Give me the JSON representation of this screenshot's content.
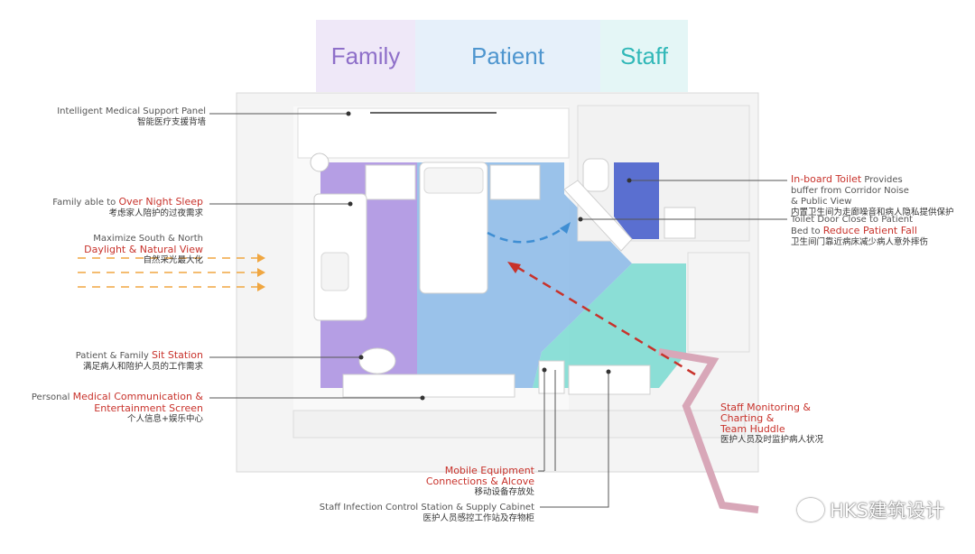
{
  "zones": [
    {
      "name": "Family",
      "color": "#8e6fc9",
      "bg": "#efe8f8"
    },
    {
      "name": "Patient",
      "color": "#4f96cf",
      "bg": "#e6f0fa"
    },
    {
      "name": "Staff",
      "color": "#31b8b8",
      "bg": "#e4f6f6"
    }
  ],
  "callouts": {
    "support_panel": {
      "en": "Intelligent Medical Support Panel",
      "cn": "智能医疗支援背墙"
    },
    "overnight": {
      "en_pre": "Family able to ",
      "en_hl": "Over Night Sleep",
      "cn": "考虑家人陪护的过夜需求"
    },
    "daylight": {
      "en": "Maximize South & North",
      "en_hl": "Daylight & Natural View",
      "cn": "自然采光最大化"
    },
    "sit_station": {
      "en_pre": "Patient & Family ",
      "en_hl": "Sit Station",
      "cn": "满足病人和陪护人员的工作需求"
    },
    "entertainment": {
      "en_pre": "Personal ",
      "en_hl": "Medical Communication &",
      "en_hl2": "Entertainment Screen",
      "cn": "个人信息+娱乐中心"
    },
    "toilet": {
      "en_hl": "In-board Toilet",
      "en_post": " Provides",
      "en2": "buffer from Corridor Noise",
      "en3": "& Public View",
      "cn": "内置卫生间为走廊噪音和病人隐私提供保护"
    },
    "toilet_door": {
      "en": "Toilet Door Close to Patient",
      "en_pre": "Bed to ",
      "en_hl": "Reduce Patient Fall",
      "cn": "卫生间门靠近病床减少病人意外摔伤"
    },
    "staff_monitor": {
      "en_hl": "Staff Monitoring &",
      "en_hl2": "Charting &",
      "en_hl3": "Team Huddle",
      "cn": "医护人员及时监护病人状况"
    },
    "mobile_equipment": {
      "en_hl": "Mobile Equipment",
      "en_hl2": "Connections & Alcove",
      "cn": "移动设备存放处"
    },
    "infection": {
      "en": "Staff Infection Control Station & Supply Cabinet",
      "cn": "医护人员感控工作站及存物柜"
    }
  },
  "watermark": "HKS建筑设计",
  "colors": {
    "accent_red": "#c8322b",
    "family": "#a98ee0",
    "patient": "#8fbbe8",
    "staff": "#7fdbd3",
    "toilet": "#5a6fd0"
  }
}
